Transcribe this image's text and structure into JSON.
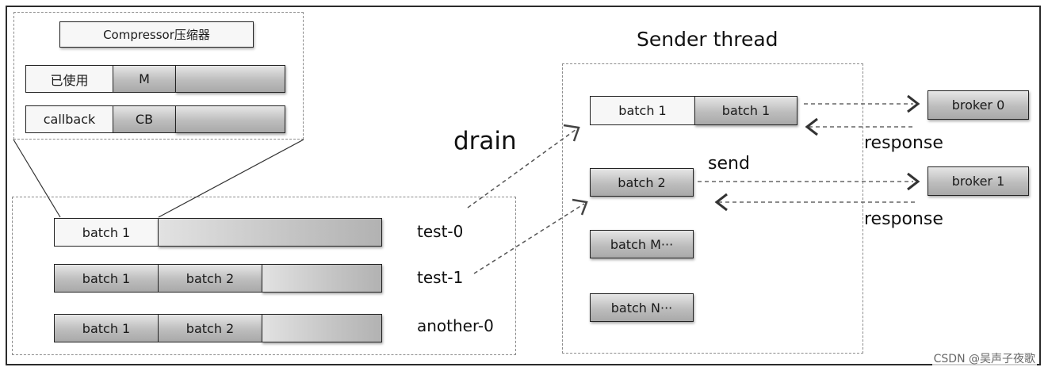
{
  "compressor": {
    "title": "Compressor压缩器",
    "row1": {
      "label": "已使用",
      "value": "M"
    },
    "row2": {
      "label": "callback",
      "value": "CB"
    }
  },
  "accumulator": {
    "rows": [
      {
        "batches": [
          "batch 1"
        ],
        "topic": "test-0"
      },
      {
        "batches": [
          "batch 1",
          "batch 2"
        ],
        "topic": "test-1"
      },
      {
        "batches": [
          "batch 1",
          "batch 2"
        ],
        "topic": "another-0"
      }
    ]
  },
  "drain_label": "drain",
  "sender": {
    "title": "Sender thread",
    "send_label": "send",
    "row1": [
      "batch 1",
      "batch 1"
    ],
    "batch2": "batch 2",
    "batchM": "batch M···",
    "batchN": "batch N···"
  },
  "brokers": [
    "broker 0",
    "broker 1"
  ],
  "response_label": "response",
  "watermark": "CSDN @吴声子夜歌",
  "colors": {
    "batch_fill": "#bdbdbd",
    "dashed_border": "#8c8c8c",
    "arrow": "#666666"
  }
}
